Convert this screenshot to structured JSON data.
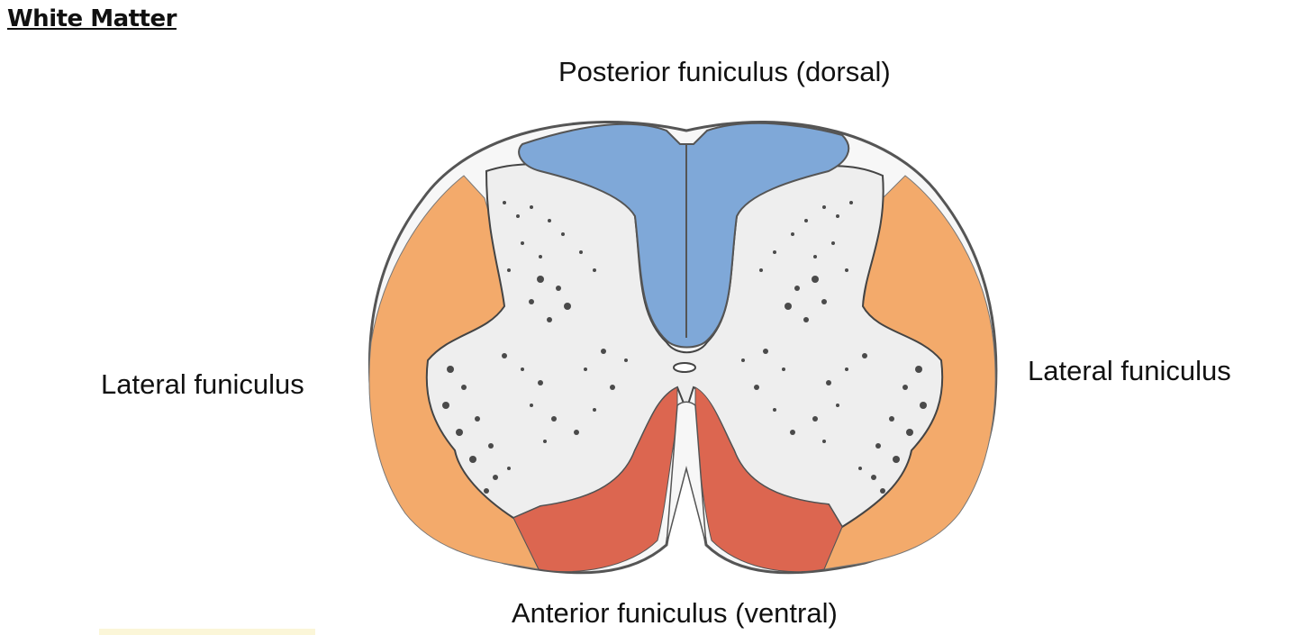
{
  "heading": "White Matter",
  "labels": {
    "posterior": "Posterior funiculus (dorsal)",
    "lateral_left": "Lateral funiculus",
    "lateral_right": "Lateral funiculus",
    "anterior": "Anterior funiculus (ventral)"
  },
  "colors": {
    "posterior_funiculus": "#7fa8d8",
    "lateral_funiculus": "#f3aa6b",
    "anterior_funiculus": "#dc6650",
    "gray_matter": "#eeeeee",
    "white_matter": "#f7f7f7",
    "outline": "#555555"
  }
}
